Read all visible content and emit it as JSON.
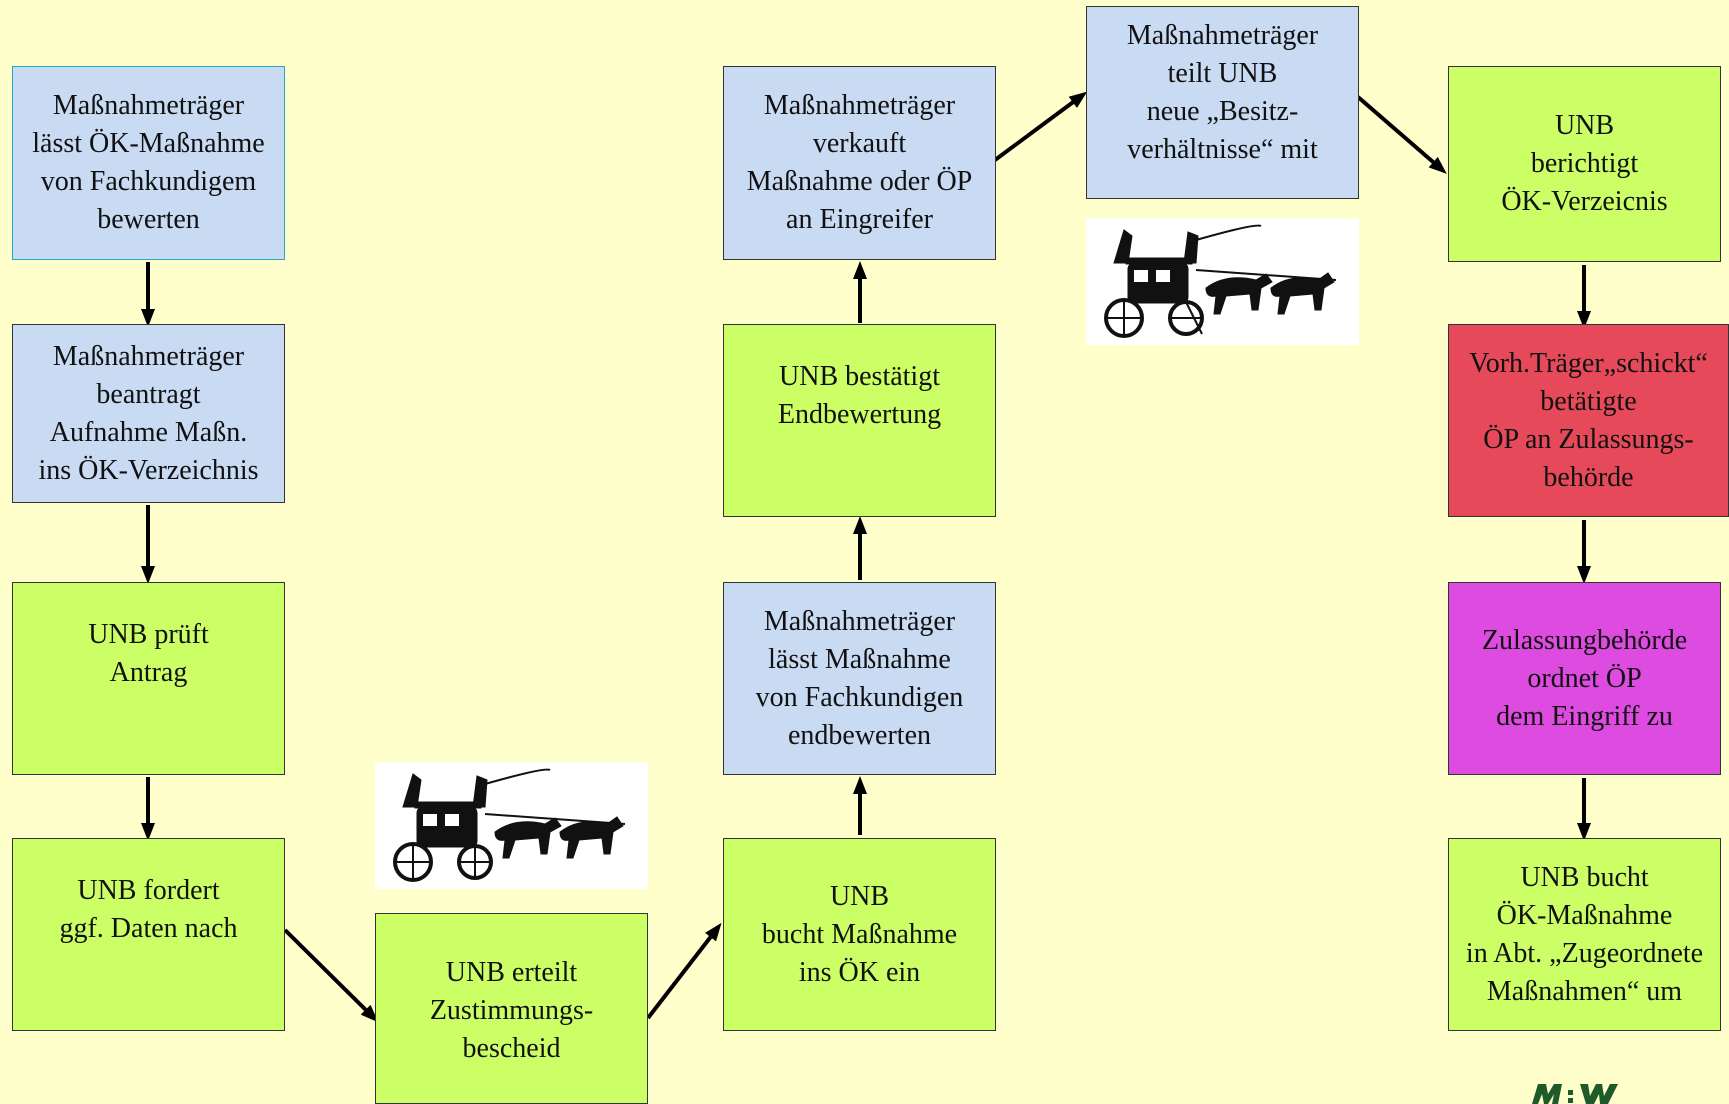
{
  "colors": {
    "background": "#ffffcc",
    "blue_box": "#c9daf3",
    "green_box": "#ccff66",
    "red_box": "#e64a5a",
    "magenta_box": "#dd4be0"
  },
  "boxes": {
    "b1": [
      "Maßnahmeträger",
      "lässt ÖK-Maßnahme",
      "von Fachkundigem",
      "bewerten"
    ],
    "b2": [
      "Maßnahmeträger",
      "beantragt",
      "Aufnahme Maßn.",
      "ins ÖK-Verzeichnis"
    ],
    "b3": [
      "UNB prüft",
      "Antrag"
    ],
    "b4": [
      "UNB fordert",
      "ggf. Daten nach"
    ],
    "b5": [
      "UNB erteilt",
      "Zustimmungs-",
      "bescheid"
    ],
    "b6": [
      "UNB",
      "bucht Maßnahme",
      "ins ÖK ein"
    ],
    "b7": [
      "Maßnahmeträger",
      "lässt Maßnahme",
      "von Fachkundigen",
      "endbewerten"
    ],
    "b8": [
      "UNB bestätigt",
      "Endbewertung"
    ],
    "b9": [
      "Maßnahmeträger",
      "verkauft",
      "Maßnahme oder ÖP",
      "an Eingreifer"
    ],
    "b10": [
      "Maßnahmeträger",
      "teilt UNB",
      "neue „Besitz-",
      "verhältnisse“ mit"
    ],
    "b11": [
      "UNB",
      "berichtigt",
      "ÖK-Verzeicnis"
    ],
    "b12": [
      "Vorh.Träger„schickt“",
      "betätigte",
      "ÖP an Zulassungs-",
      "behörde"
    ],
    "b13": [
      "Zulassungbehörde",
      "ordnet ÖP",
      "dem Eingriff zu"
    ],
    "b14": [
      "UNB bucht",
      "ÖK-Maßnahme",
      "in Abt. „Zugeordnete",
      "Maßnahmen“ um"
    ]
  },
  "icons": {
    "coach": "stagecoach-icon",
    "logo": "mlw-logo-icon"
  }
}
